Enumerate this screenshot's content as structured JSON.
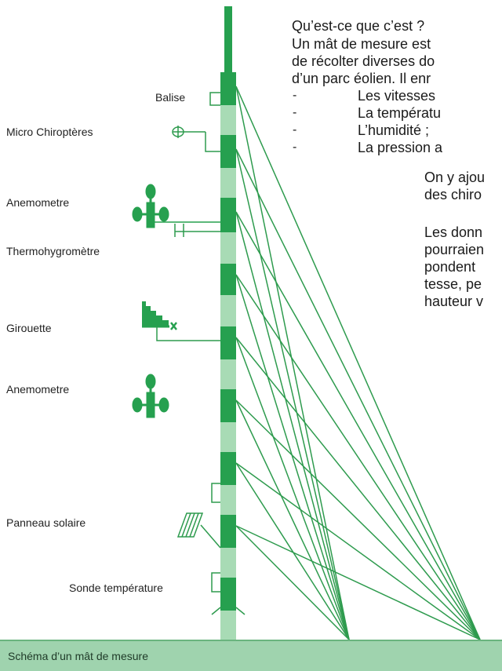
{
  "labels": {
    "balise": "Balise",
    "micro_chiropteres": "Micro Chiroptères",
    "anemometre_top": "Anemometre",
    "thermohygrometre": "Thermohygromètre",
    "girouette": "Girouette",
    "anemometre_bottom": "Anemometre",
    "panneau_solaire": "Panneau solaire",
    "sonde_temperature": "Sonde température"
  },
  "text": {
    "heading": "Qu’est-ce que c’est ?",
    "line1": "Un mât de mesure est",
    "line2": "de récolter diverses do",
    "line3": "d’un parc éolien. Il enr",
    "bullets": [
      "Les vitesses",
      "La températu",
      "L’humidité ;",
      "La pression a"
    ],
    "para2_line1": "On y ajou",
    "para2_line2": "des chiro",
    "para3_line1": "Les  donn",
    "para3_line2": "pourraien",
    "para3_line3": "pondent",
    "para3_line4": "tesse,  pe",
    "para3_line5": "hauteur v"
  },
  "caption": "Schéma d’un mât de mesure",
  "colors": {
    "mast_dark": "#26a04f",
    "mast_light": "#a8dbb5",
    "guy_wire": "#2e9b4e",
    "caption_bar": "#9fd3ae"
  }
}
